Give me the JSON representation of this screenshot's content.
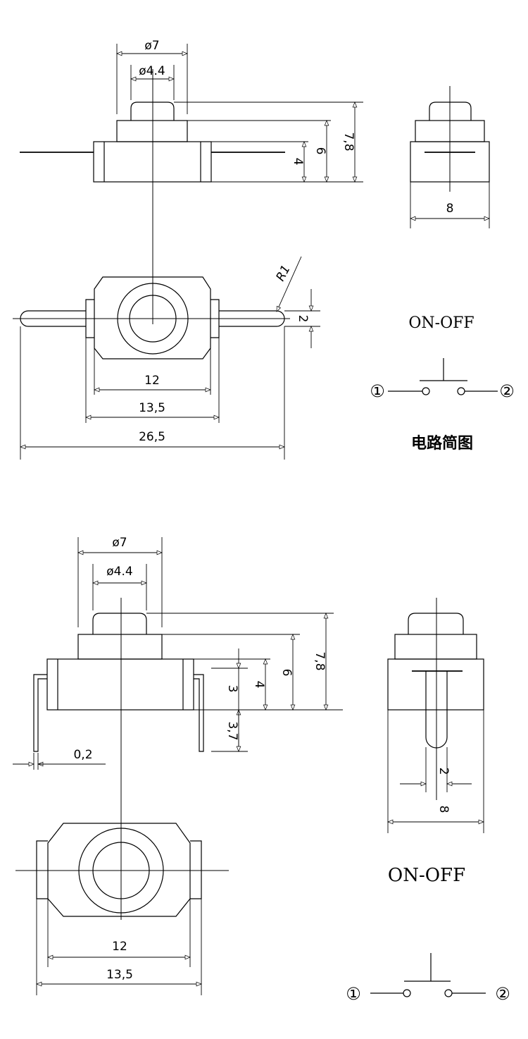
{
  "top": {
    "side_view": {
      "phi_outer": "ø7",
      "phi_inner": "ø4.4",
      "dim_4": "4",
      "dim_6": "6",
      "dim_78": "7,8"
    },
    "end_view": {
      "width": "8"
    },
    "plan_view": {
      "radius": "R1",
      "pin_width": "2",
      "w12": "12",
      "w135": "13,5",
      "w265": "26,5"
    },
    "circuit": {
      "title": "ON-OFF",
      "pin1": "①",
      "pin2": "②",
      "caption": "电路简图"
    }
  },
  "bottom": {
    "side_view": {
      "phi_outer": "ø7",
      "phi_inner": "ø4.4",
      "dim_3": "3",
      "dim_4": "4",
      "dim_6": "6",
      "dim_78": "7,8",
      "dim_37": "3,7",
      "dim_02": "0,2"
    },
    "end_view": {
      "pin_width": "2",
      "width": "8"
    },
    "plan_view": {
      "w12": "12",
      "w135": "13,5"
    },
    "circuit": {
      "title": "ON-OFF",
      "pin1": "①",
      "pin2": "②"
    }
  }
}
